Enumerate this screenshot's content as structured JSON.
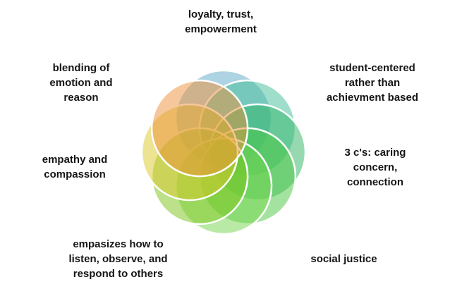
{
  "diagram": {
    "background": "#ffffff",
    "text_color": "#151515",
    "labels": {
      "top": {
        "text": "loyalty, trust,\nempowerment"
      },
      "upper_left": {
        "text": "blending of\nemotion and\nreason"
      },
      "upper_right": {
        "text": "student-centered\nrather than\nachievment based"
      },
      "left": {
        "text": "empathy and\ncompassion"
      },
      "right": {
        "text": "3 c's: caring\nconcern,\nconnection"
      },
      "lower_left": {
        "text": "empasizes how to\nlisten, observe, and\nrespond to others"
      },
      "lower_right": {
        "text": "social justice"
      }
    },
    "venn": {
      "stroke_color": "#ffffff",
      "fill_opacity": 0.5,
      "circles": [
        {
          "position": "north",
          "color": "#5da7c5"
        },
        {
          "position": "northeast",
          "color": "#3dbd95"
        },
        {
          "position": "east",
          "color": "#2eb463"
        },
        {
          "position": "southeast",
          "color": "#49c73f"
        },
        {
          "position": "south",
          "color": "#73d54b"
        },
        {
          "position": "southwest",
          "color": "#79c415"
        },
        {
          "position": "west",
          "color": "#d9c727"
        },
        {
          "position": "northwest",
          "color": "#ed8f37"
        }
      ]
    }
  }
}
